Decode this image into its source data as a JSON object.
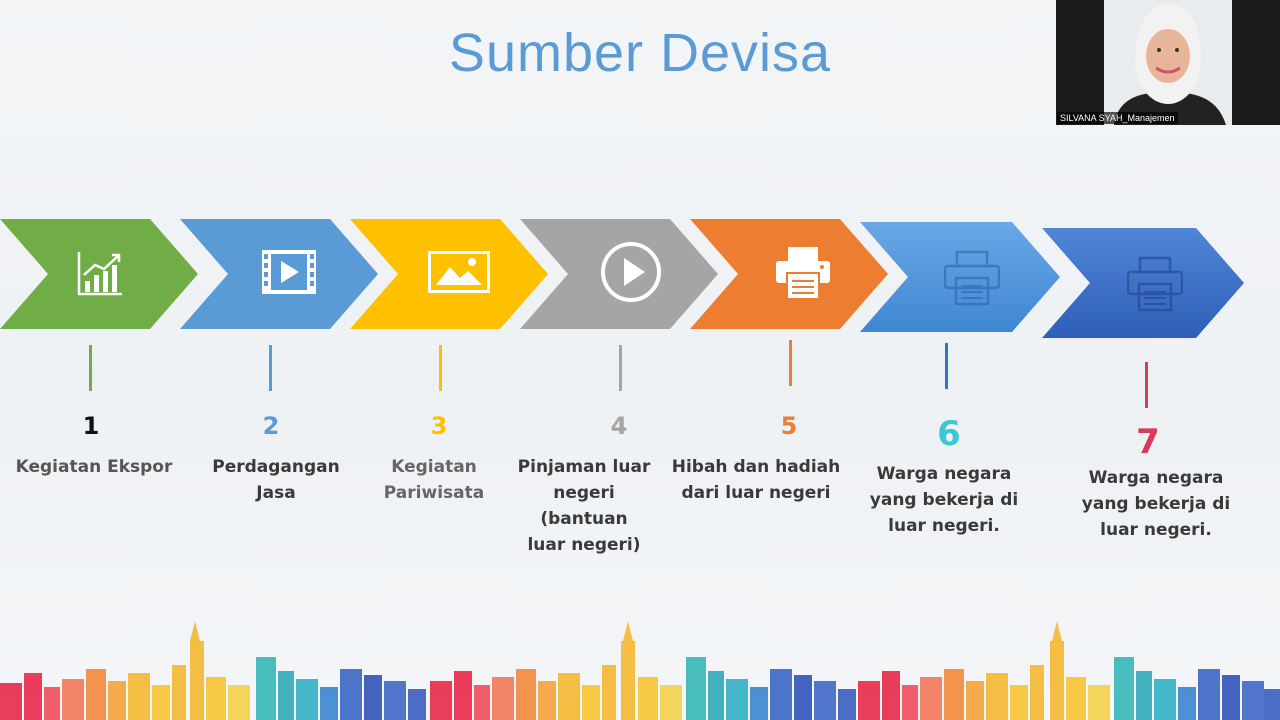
{
  "slide": {
    "title": "Sumber Devisa",
    "items": [
      {
        "number": "1",
        "label": "Kegiatan Ekspor",
        "color": "#70ad47",
        "number_color": "#111111",
        "icon": "chart-icon"
      },
      {
        "number": "2",
        "label": "Perdagangan Jasa",
        "color": "#5b9bd5",
        "number_color": "#5b9bd5",
        "icon": "film-icon"
      },
      {
        "number": "3",
        "label": "Kegiatan Pariwisata",
        "color": "#ffc000",
        "number_color": "#ffc000",
        "icon": "picture-icon"
      },
      {
        "number": "4",
        "label": "Pinjaman luar\nnegeri (bantuan\nluar negeri)",
        "color": "#a5a5a5",
        "number_color": "#a5a5a5",
        "icon": "play-icon"
      },
      {
        "number": "5",
        "label": "Hibah dan hadiah\ndari luar negeri",
        "color": "#ed7d31",
        "number_color": "#ed7d31",
        "icon": "printer-icon"
      },
      {
        "number": "6",
        "label": "Warga negara\nyang bekerja di\nluar negeri.",
        "color": "#4a90d9",
        "number_color": "#3cc6d6",
        "icon": "printer-icon"
      },
      {
        "number": "7",
        "label": "Warga negara\nyang bekerja di\nluar negeri.",
        "color": "#3a6fc4",
        "number_color": "#d93a5a",
        "icon": "printer-icon"
      }
    ]
  },
  "video": {
    "participant_name": "SILVANA SYAH_Manajemen"
  }
}
